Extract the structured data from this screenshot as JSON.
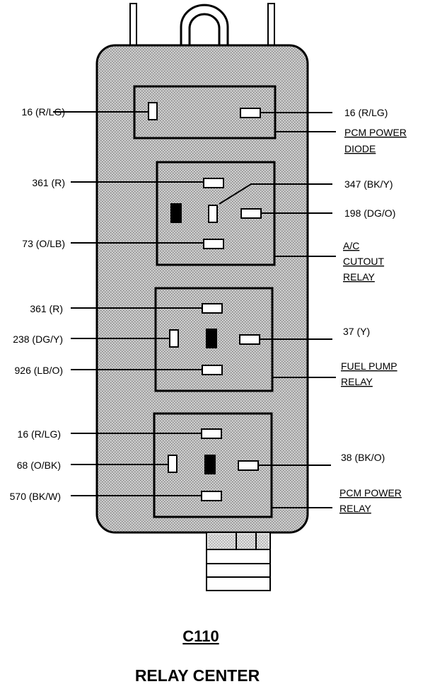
{
  "connector_id": "C110",
  "title": "RELAY CENTER",
  "relays": [
    {
      "name_lines": [
        "PCM POWER",
        "DIODE"
      ],
      "left_labels": [
        "16 (R/LG)"
      ],
      "right_labels": [
        "16 (R/LG)"
      ]
    },
    {
      "name_lines": [
        "A/C",
        "CUTOUT",
        "RELAY"
      ],
      "left_labels": [
        "361 (R)",
        "73 (O/LB)"
      ],
      "right_labels": [
        "347 (BK/Y)",
        "198 (DG/O)"
      ]
    },
    {
      "name_lines": [
        "FUEL PUMP",
        "RELAY"
      ],
      "left_labels": [
        "361 (R)",
        "238 (DG/Y)",
        "926 (LB/O)"
      ],
      "right_labels": [
        "37 (Y)"
      ]
    },
    {
      "name_lines": [
        "PCM POWER",
        "RELAY"
      ],
      "left_labels": [
        "16 (R/LG)",
        "68 (O/BK)",
        "570 (BK/W)"
      ],
      "right_labels": [
        "38 (BK/O)"
      ]
    }
  ]
}
